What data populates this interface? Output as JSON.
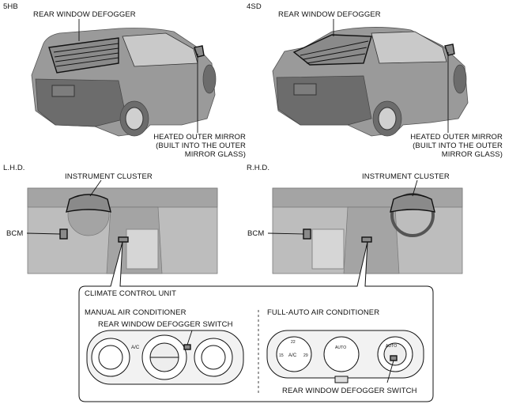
{
  "labels": {
    "variant_5hb": "5HB",
    "variant_4sd": "4SD",
    "defogger_5hb": "REAR WINDOW DEFOGGER",
    "defogger_4sd": "REAR WINDOW DEFOGGER",
    "mirror_5hb_line1": "HEATED OUTER MIRROR",
    "mirror_5hb_line2": "(BUILT INTO THE OUTER",
    "mirror_5hb_line3": "MIRROR GLASS)",
    "mirror_4sd_line1": "HEATED OUTER MIRROR",
    "mirror_4sd_line2": "(BUILT INTO THE OUTER",
    "mirror_4sd_line3": "MIRROR GLASS)",
    "lhd": "L.H.D.",
    "rhd": "R.H.D.",
    "cluster_lhd": "INSTRUMENT CLUSTER",
    "cluster_rhd": "INSTRUMENT CLUSTER",
    "bcm_lhd": "BCM",
    "bcm_rhd": "BCM",
    "climate_unit": "CLIMATE CONTROL UNIT",
    "manual_ac": "MANUAL AIR CONDITIONER",
    "manual_switch": "REAR WINDOW DEFOGGER SWITCH",
    "auto_ac": "FULL-AUTO AIR CONDITIONER",
    "auto_switch": "REAR WINDOW DEFOGGER SWITCH",
    "knob_ac": "A/C",
    "knob_auto_ac": "A/C",
    "knob_auto": "AUTO",
    "knob_auto2": "AUTO",
    "temp_15": "15",
    "temp_22": "22",
    "temp_29": "29"
  }
}
